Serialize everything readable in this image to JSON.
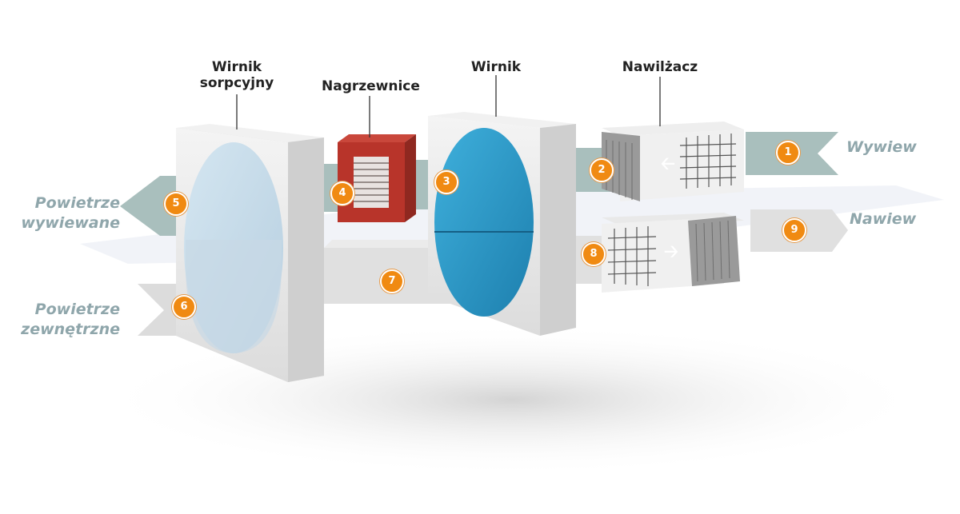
{
  "labels": {
    "sorption_rotor": [
      "Wirnik",
      "sorpcyjny"
    ],
    "heaters": "Nagrzewnice",
    "rotor": "Wirnik",
    "humidifier": "Nawilżacz"
  },
  "side_labels": {
    "exhaust_out": [
      "Powietrze",
      "wywiewane"
    ],
    "outdoor_air": [
      "Powietrze",
      "zewnętrzne"
    ],
    "extract": "Wywiew",
    "supply": "Nawiew"
  },
  "badges": [
    "1",
    "2",
    "3",
    "4",
    "5",
    "6",
    "7",
    "8",
    "9"
  ],
  "colors": {
    "badge": "#f08a12",
    "duct": "#9fb7b5",
    "rotor_blue": "#2e9cc9",
    "heater_red": "#b8342a",
    "label_side": "#8fa6ab"
  }
}
